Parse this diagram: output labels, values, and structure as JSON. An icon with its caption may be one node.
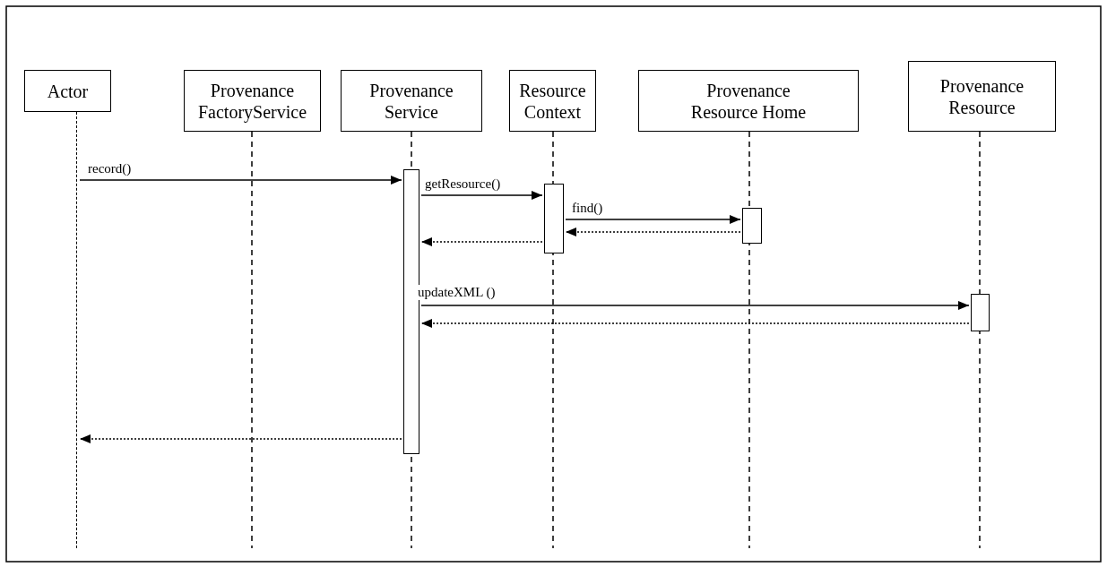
{
  "diagram": {
    "nodes": [
      {
        "text": [
          "Actor"
        ]
      },
      {
        "text": [
          "Provenance FactoryService"
        ]
      },
      {
        "text": [
          "Provenance Service"
        ]
      },
      {
        "text": [
          "Resource Context"
        ]
      },
      {
        "text": [
          "Provenance Resource Home"
        ]
      },
      {
        "text": [
          "Provenance Resource"
        ]
      },
      {
        "text": [],
        "shape": "bar"
      },
      {
        "text": [],
        "shape": "bar"
      },
      {
        "text": [],
        "shape": "bar"
      },
      {
        "text": [],
        "shape": "bar"
      },
      {
        "text": [],
        "shape": "line"
      }
    ],
    "edges": [
      {
        "from": 10,
        "to": 6,
        "arrow": "to",
        "label": "record()"
      },
      {
        "from": 6,
        "to": 7,
        "arrow": "to",
        "label": "getResource()"
      },
      {
        "from": 7,
        "to": 8,
        "arrow": "to",
        "label": "find()"
      },
      {
        "from": 8,
        "to": 7,
        "arrow": "to",
        "style": "dashed"
      },
      {
        "from": 7,
        "to": 6,
        "arrow": "to",
        "style": "dashed"
      },
      {
        "from": 6,
        "to": 9,
        "arrow": "to",
        "label": "updateXML ()"
      },
      {
        "from": 9,
        "to": 6,
        "arrow": "to",
        "style": "dashed"
      },
      {
        "from": 6,
        "to": 10,
        "arrow": "to",
        "style": "dashed"
      }
    ]
  }
}
